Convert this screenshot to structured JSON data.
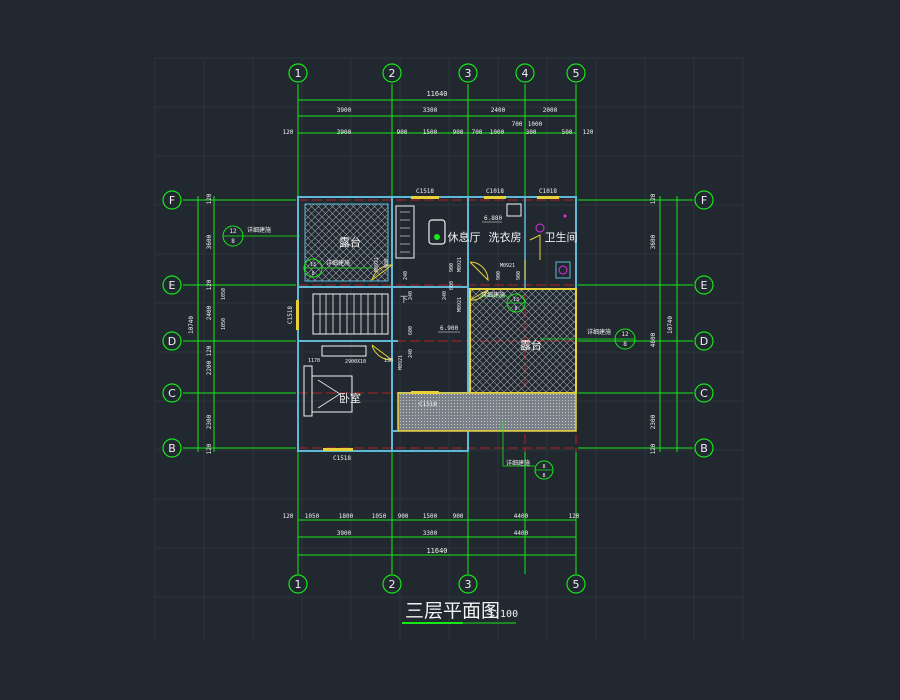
{
  "title": "三层平面图",
  "scale": "1:100",
  "colors": {
    "background": "#212830",
    "grid": "#2b343d",
    "dimension": "#18e818",
    "axis_red": "#e02020",
    "wall": "#5fb8d6",
    "yellow": "#e8d23a",
    "white": "#f2f2f2",
    "magenta": "#e030e0",
    "hatch": "#9aa2aa"
  },
  "axes": {
    "vertical": [
      "1",
      "2",
      "3",
      "4",
      "5"
    ],
    "horizontal": [
      "F",
      "E",
      "D",
      "C",
      "B"
    ]
  },
  "dims": {
    "top_total": "11640",
    "top_row2": [
      "3900",
      "3300",
      "2400",
      "2000"
    ],
    "top_row3": [
      "120",
      "3900",
      "900",
      "1500",
      "900",
      "700",
      "1000",
      "700",
      "1000",
      "300",
      "500",
      "120"
    ],
    "bottom_row1": [
      "120",
      "1050",
      "1800",
      "1050",
      "900",
      "1500",
      "900",
      "4400",
      "120"
    ],
    "bottom_row2": [
      "3900",
      "3300",
      "4400"
    ],
    "bottom_total": "11640",
    "left_total": "10740",
    "left_row": [
      "120",
      "3600",
      "120",
      "2400",
      "120",
      "2200",
      "2300",
      "120"
    ],
    "right_total": "10740",
    "right_row": [
      "120",
      "3600",
      "4800",
      "2300",
      "120"
    ]
  },
  "rooms": {
    "terrace_1": "露台",
    "lounge": "休息厅",
    "laundry": "洗衣房",
    "bathroom": "卫生间",
    "terrace_2": "露台",
    "bedroom": "卧室"
  },
  "labels": {
    "windows": [
      "C1518",
      "C1018",
      "C1018",
      "C1518",
      "C1518",
      "C1518"
    ],
    "doors": [
      "M0921",
      "M0921",
      "M0921",
      "M0921",
      "M0921"
    ],
    "door_window_combo": "2900X10",
    "elevation_1": "6.880",
    "elevation_2": "6.900",
    "stair_down": "下",
    "misc_dims": [
      "1170",
      "130",
      "1050",
      "1050",
      "900",
      "900",
      "600",
      "240",
      "240",
      "600",
      "240",
      "900",
      "900",
      "240"
    ],
    "detail_note": "详细建施",
    "detail_refs": [
      {
        "num": "12",
        "sheet": "8"
      },
      {
        "num": "13",
        "sheet": "8"
      },
      {
        "num": "13",
        "sheet": "8"
      },
      {
        "num": "12",
        "sheet": "8"
      },
      {
        "num": "8",
        "sheet": "8"
      }
    ]
  }
}
